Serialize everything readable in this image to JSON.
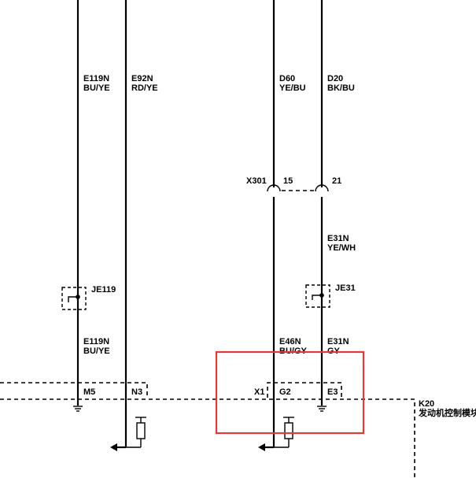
{
  "wires": {
    "w1_top": {
      "name": "E119N",
      "color": "BU/YE"
    },
    "w2_top": {
      "name": "E92N",
      "color": "RD/YE"
    },
    "w3_top": {
      "name": "D60",
      "color": "YE/BU"
    },
    "w4_top": {
      "name": "D20",
      "color": "BK/BU"
    },
    "w4_mid": {
      "name": "E31N",
      "color": "YE/WH"
    },
    "w1_bottom": {
      "name": "E119N",
      "color": "BU/YE"
    },
    "w3_bottom": {
      "name": "E46N",
      "color": "BU/GY"
    },
    "w4_bottom": {
      "name": "E31N",
      "color": "GY"
    }
  },
  "connector_x301": {
    "name": "X301",
    "pin_left": "15",
    "pin_right": "21"
  },
  "splices": {
    "je119": "JE119",
    "je31": "JE31"
  },
  "module_pins": {
    "m5": "M5",
    "n3": "N3",
    "x1": "X1",
    "g2": "G2",
    "e3": "E3"
  },
  "module": {
    "id": "K20",
    "name": "发动机控制模块"
  },
  "colors": {
    "wire": "#000000",
    "highlight": "#e03a3a",
    "background": "#ffffff"
  }
}
